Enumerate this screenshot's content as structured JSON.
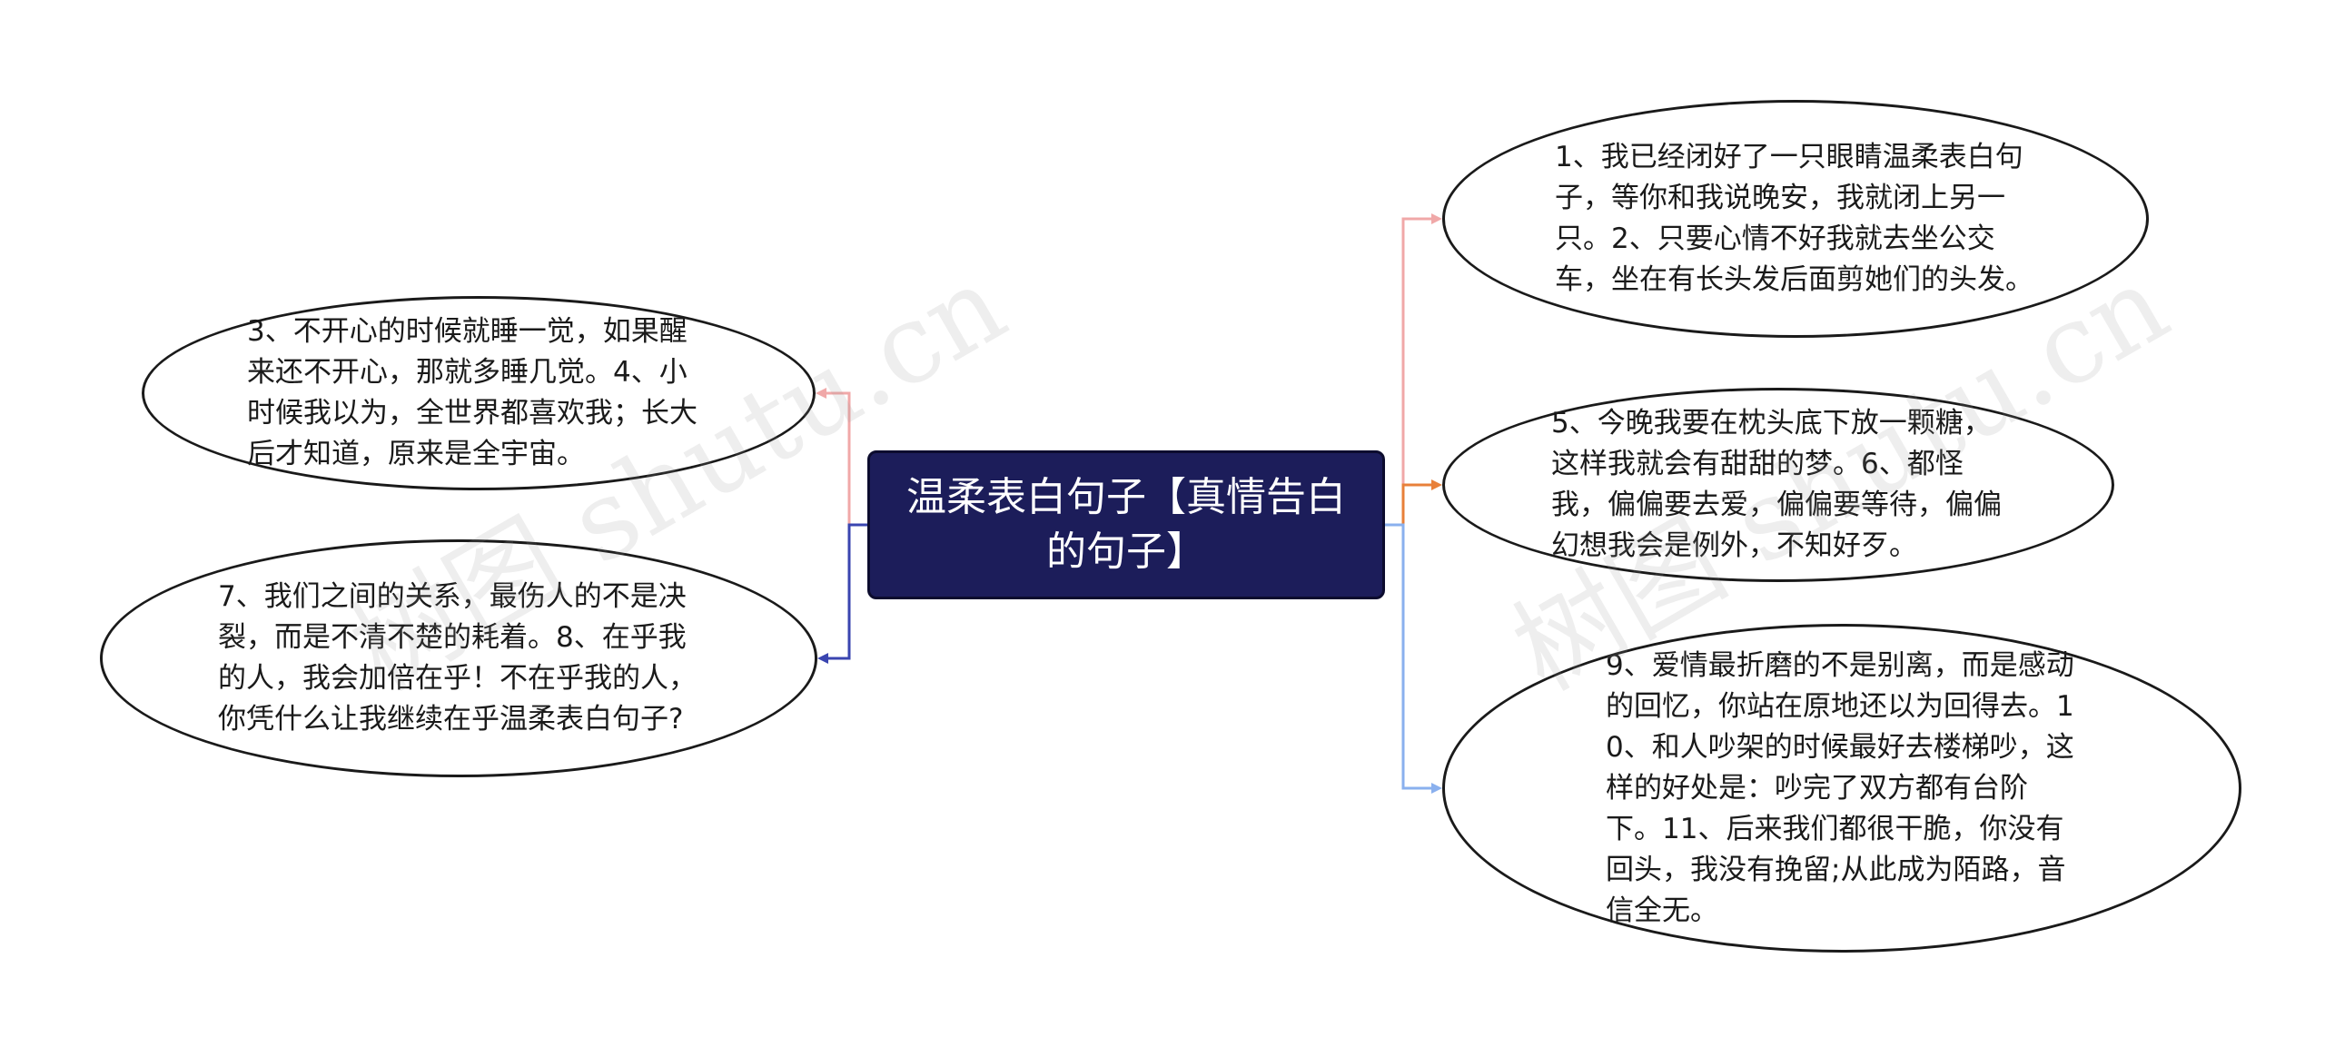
{
  "central": {
    "text": "温柔表白句子【真情告白的句子】"
  },
  "branches": {
    "right_top": "1、我已经闭好了一只眼睛温柔表白句子，等你和我说晚安，我就闭上另一只。2、只要心情不好我就去坐公交车，坐在有长头发后面剪她们的头发。",
    "right_middle": "5、今晚我要在枕头底下放一颗糖，这样我就会有甜甜的梦。6、都怪我，偏偏要去爱，偏偏要等待，偏偏幻想我会是例外，不知好歹。",
    "right_bottom": "9、爱情最折磨的不是别离，而是感动的回忆，你站在原地还以为回得去。10、和人吵架的时候最好去楼梯吵，这样的好处是：吵完了双方都有台阶下。11、后来我们都很干脆，你没有回头，我没有挽留;从此成为陌路，音信全无。",
    "left_top": "3、不开心的时候就睡一觉，如果醒来还不开心，那就多睡几觉。4、小时候我以为，全世界都喜欢我；长大后才知道，原来是全宇宙。",
    "left_bottom": "7、我们之间的关系，最伤人的不是决裂，而是不清不楚的耗着。8、在乎我的人，我会加倍在乎！不在乎我的人，你凭什么让我继续在乎温柔表白句子?"
  },
  "watermark": {
    "left": "树图 shutu.cn",
    "right": "树图 shutu.cn"
  },
  "colors": {
    "central_fill": "#1c1d5a",
    "connector_right_top": "#f0a8a8",
    "connector_right_middle": "#e8803a",
    "connector_right_bottom": "#8ab0ee",
    "connector_left_top": "#f0a8a8",
    "connector_left_bottom": "#3a45b0"
  }
}
